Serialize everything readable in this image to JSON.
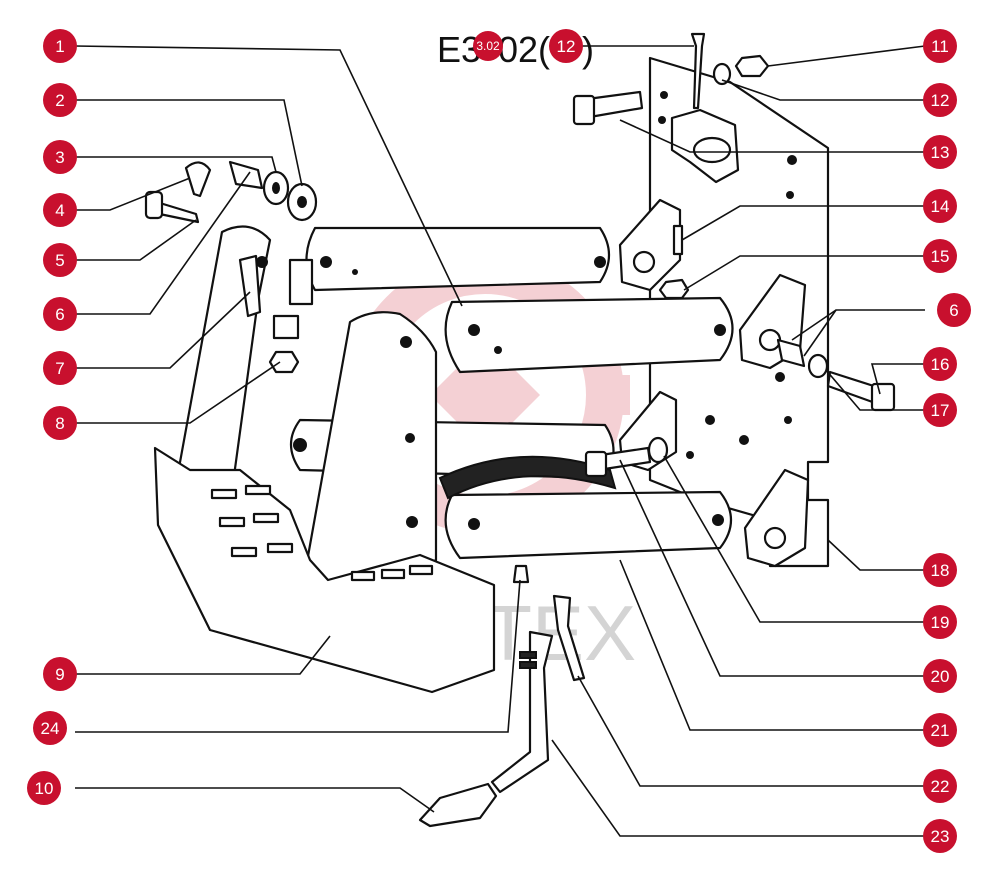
{
  "diagram": {
    "code_prefix": "E3",
    "code_suffix": "02(",
    "code_close": ")",
    "code_badge_left": "3.02",
    "code_badge_right": "12",
    "watermark": "ИНТЕХ",
    "callouts": {
      "c1": "1",
      "c2": "2",
      "c3": "3",
      "c4": "4",
      "c5": "5",
      "c6": "6",
      "c7": "7",
      "c8": "8",
      "c9": "9",
      "c10": "10",
      "c11": "11",
      "c12": "12",
      "c13": "13",
      "c14": "14",
      "c15": "15",
      "c6b": "6",
      "c16": "16",
      "c17": "17",
      "c18": "18",
      "c19": "19",
      "c20": "20",
      "c21": "21",
      "c22": "22",
      "c23": "23",
      "c24": "24"
    }
  }
}
